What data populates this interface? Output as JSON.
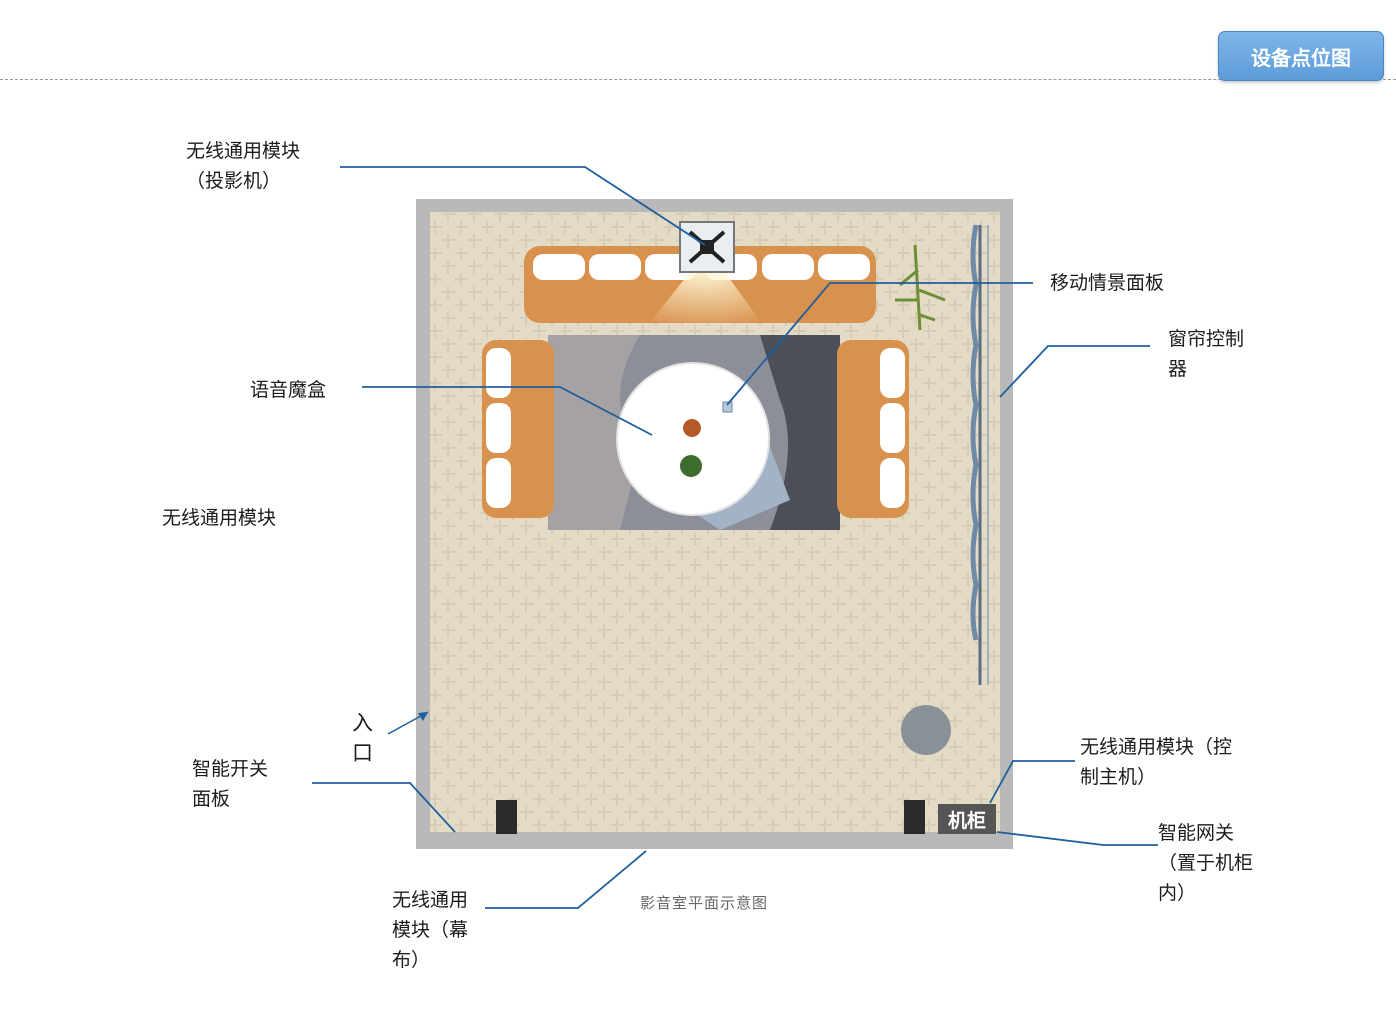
{
  "header": {
    "button_label": "设备点位图"
  },
  "labels": {
    "projector_module": "无线通用模块\n（投影机）",
    "voice_box": "语音魔盒",
    "wireless_module": "无线通用模块",
    "smart_switch": "智能开关\n面板",
    "screen_module": "无线通用\n模块（幕\n布）",
    "mobile_scene_panel": "移动情景面板",
    "curtain_controller": "窗帘控制\n器",
    "control_host_module": "无线通用模块（控\n制主机）",
    "smart_gateway": "智能网关\n（置于机柜\n内）",
    "entrance": "入\n口",
    "cabinet": "机柜"
  },
  "caption": "影音室平面示意图",
  "colors": {
    "line": "#1f5f9e",
    "floor": "#e4dbc7",
    "wall": "#b7b7b7",
    "sofa": "#d9924e",
    "cushion": "#ffffff"
  }
}
